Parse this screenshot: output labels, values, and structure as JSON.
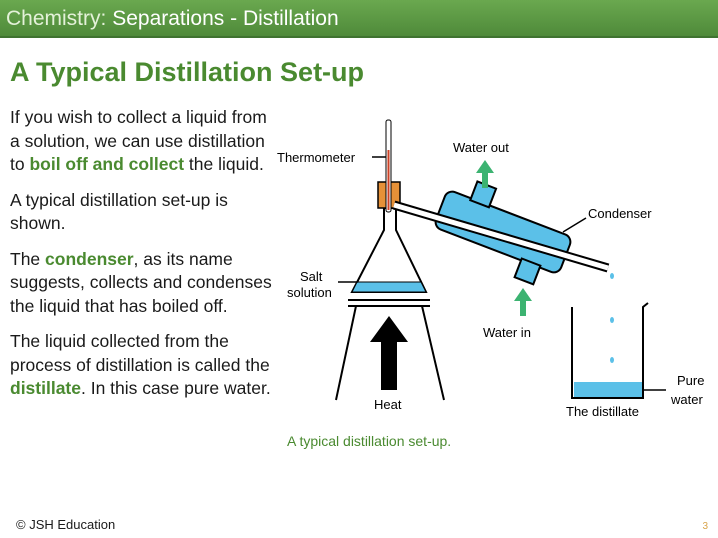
{
  "header": {
    "subject": "Chemistry:",
    "topic": "Separations - Distillation"
  },
  "title": "A Typical Distillation Set-up",
  "paragraphs": {
    "p1": {
      "a": "If you wish to collect a liquid from a solution, we can use distillation to ",
      "b": "boil off and collect",
      "c": " the liquid."
    },
    "p2": "A typical distillation set-up is shown.",
    "p3": {
      "a": "The ",
      "b": "condenser",
      "c": ", as its name suggests, collects and condenses the liquid that has boiled off."
    },
    "p4": {
      "a": "The liquid collected from the process of distillation is called the ",
      "b": "distillate",
      "c": ". In this case pure water."
    }
  },
  "diagram": {
    "thermometer": "Thermometer",
    "salt_solution_1": "Salt",
    "salt_solution_2": "solution",
    "heat": "Heat",
    "water_out": "Water out",
    "water_in": "Water in",
    "condenser": "Condenser",
    "distillate": "The distillate",
    "pure_water_1": "Pure",
    "pure_water_2": "water",
    "colors": {
      "water": "#5bc0e8",
      "arrow_green": "#3cb371",
      "stopper": "#e69138",
      "thermometer_red": "#cc4125"
    }
  },
  "caption": "A typical distillation set-up.",
  "footer": "© JSH Education",
  "page_number": "3"
}
